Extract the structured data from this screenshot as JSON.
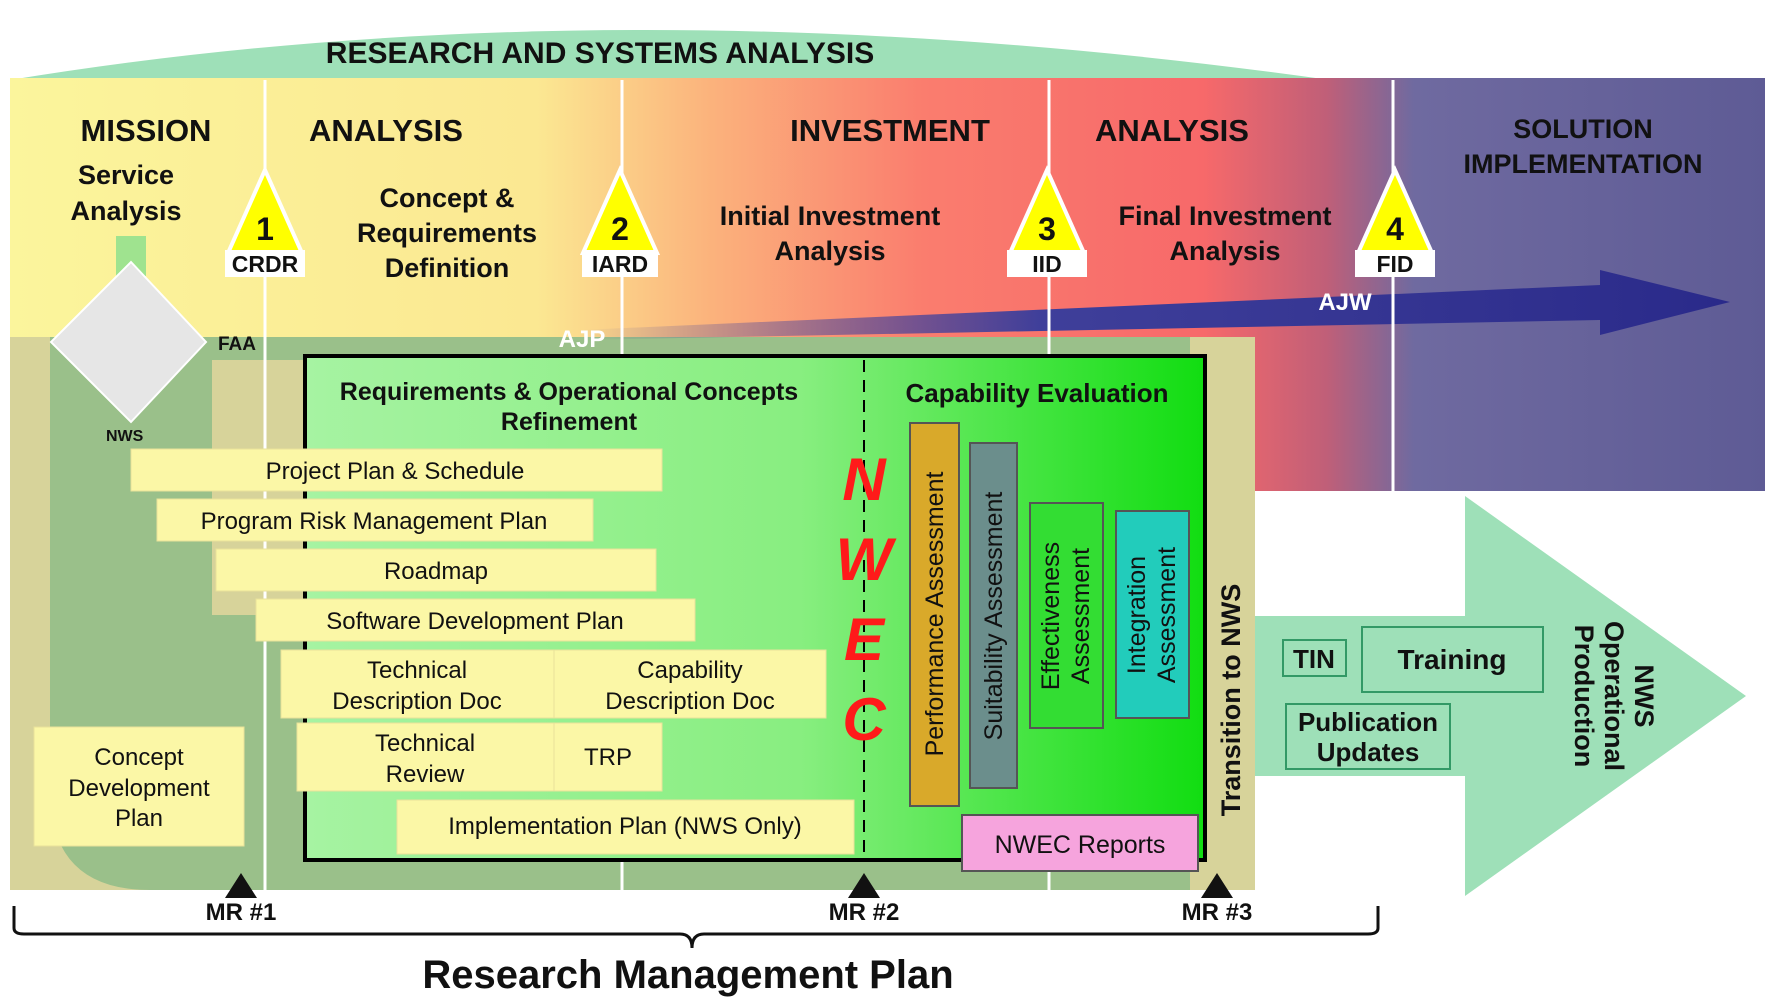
{
  "top_banner": "RESEARCH AND SYSTEMS ANALYSIS",
  "phases": {
    "mission": "MISSION",
    "analysis1": "ANALYSIS",
    "investment": "INVESTMENT",
    "analysis2": "ANALYSIS",
    "solution_line1": "SOLUTION",
    "solution_line2": "IMPLEMENTATION"
  },
  "sub_phases": {
    "service_analysis": [
      "Service",
      "Analysis"
    ],
    "concept_req": [
      "Concept &",
      "Requirements",
      "Definition"
    ],
    "initial_investment": [
      "Initial Investment",
      "Analysis"
    ],
    "final_investment": [
      "Final Investment",
      "Analysis"
    ]
  },
  "milestones": [
    {
      "number": "1",
      "label": "CRDR"
    },
    {
      "number": "2",
      "label": "IARD"
    },
    {
      "number": "3",
      "label": "IID"
    },
    {
      "number": "4",
      "label": "FID"
    }
  ],
  "org_labels": {
    "faa": "FAA",
    "nws": "NWS",
    "ajp": "AJP",
    "ajw": "AJW"
  },
  "nwec_box": {
    "req_title": [
      "Requirements & Operational Concepts",
      "Refinement"
    ],
    "cap_title": "Capability Evaluation",
    "nwec_letters": [
      "N",
      "W",
      "E",
      "C"
    ],
    "assessments": [
      {
        "line1": "Performance Assessment",
        "line2": "",
        "color": "#d9a92a"
      },
      {
        "line1": "Suitability  Assessment",
        "line2": "",
        "color": "#6b8e8c"
      },
      {
        "line1": "Effectiveness",
        "line2": "Assessment",
        "color": "#33dd33"
      },
      {
        "line1": "Integration",
        "line2": "Assessment",
        "color": "#22ccbb"
      }
    ],
    "reports": "NWEC Reports",
    "transition": "Transition to NWS"
  },
  "documents": {
    "project_plan": "Project Plan & Schedule",
    "risk_plan": "Program Risk Management Plan",
    "roadmap": "Roadmap",
    "software_plan": "Software Development Plan",
    "tech_desc": [
      "Technical",
      "Description Doc"
    ],
    "cap_desc": [
      "Capability",
      "Description Doc"
    ],
    "tech_review": [
      "Technical",
      "Review"
    ],
    "trp": "TRP",
    "impl_plan": "Implementation Plan (NWS Only)",
    "concept_dev": [
      "Concept",
      "Development",
      "Plan"
    ]
  },
  "output_arrow": {
    "tin": "TIN",
    "training": "Training",
    "publication": [
      "Publication",
      "Updates"
    ],
    "nws_op": [
      "NWS",
      "Operational",
      "Production"
    ]
  },
  "management_reviews": [
    "MR #1",
    "MR #2",
    "MR #3"
  ],
  "bottom_title": "Research Management Plan"
}
